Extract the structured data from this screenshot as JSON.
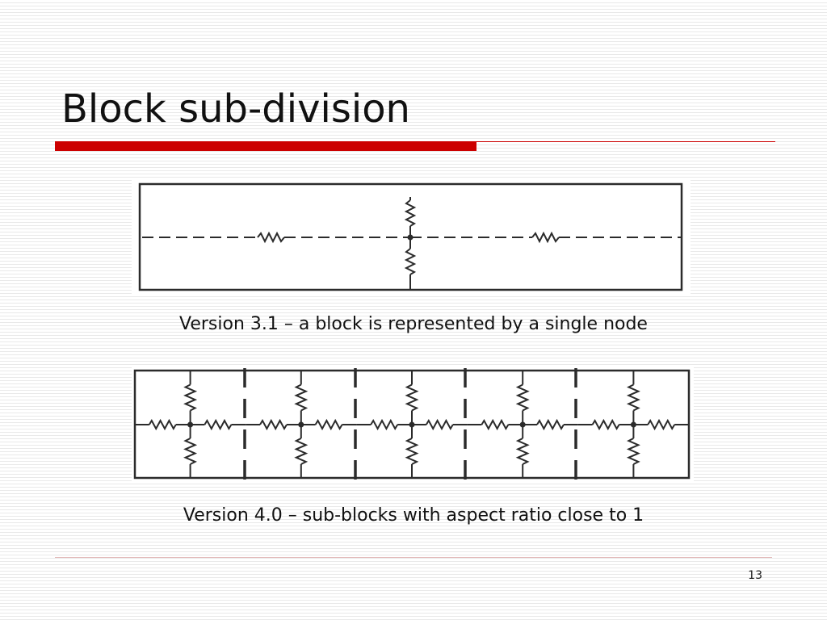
{
  "slide": {
    "title": "Block sub-division",
    "page_number": "13"
  },
  "figures": [
    {
      "id": "version-3-1",
      "caption": "Version 3.1 – a block is represented by a single node",
      "blocks": 1
    },
    {
      "id": "version-4-0",
      "caption": "Version 4.0 – sub-blocks with aspect ratio close to 1",
      "blocks": 5
    }
  ],
  "colors": {
    "accent": "#cc0000",
    "ink": "#2b2b2b",
    "text": "#111111"
  }
}
